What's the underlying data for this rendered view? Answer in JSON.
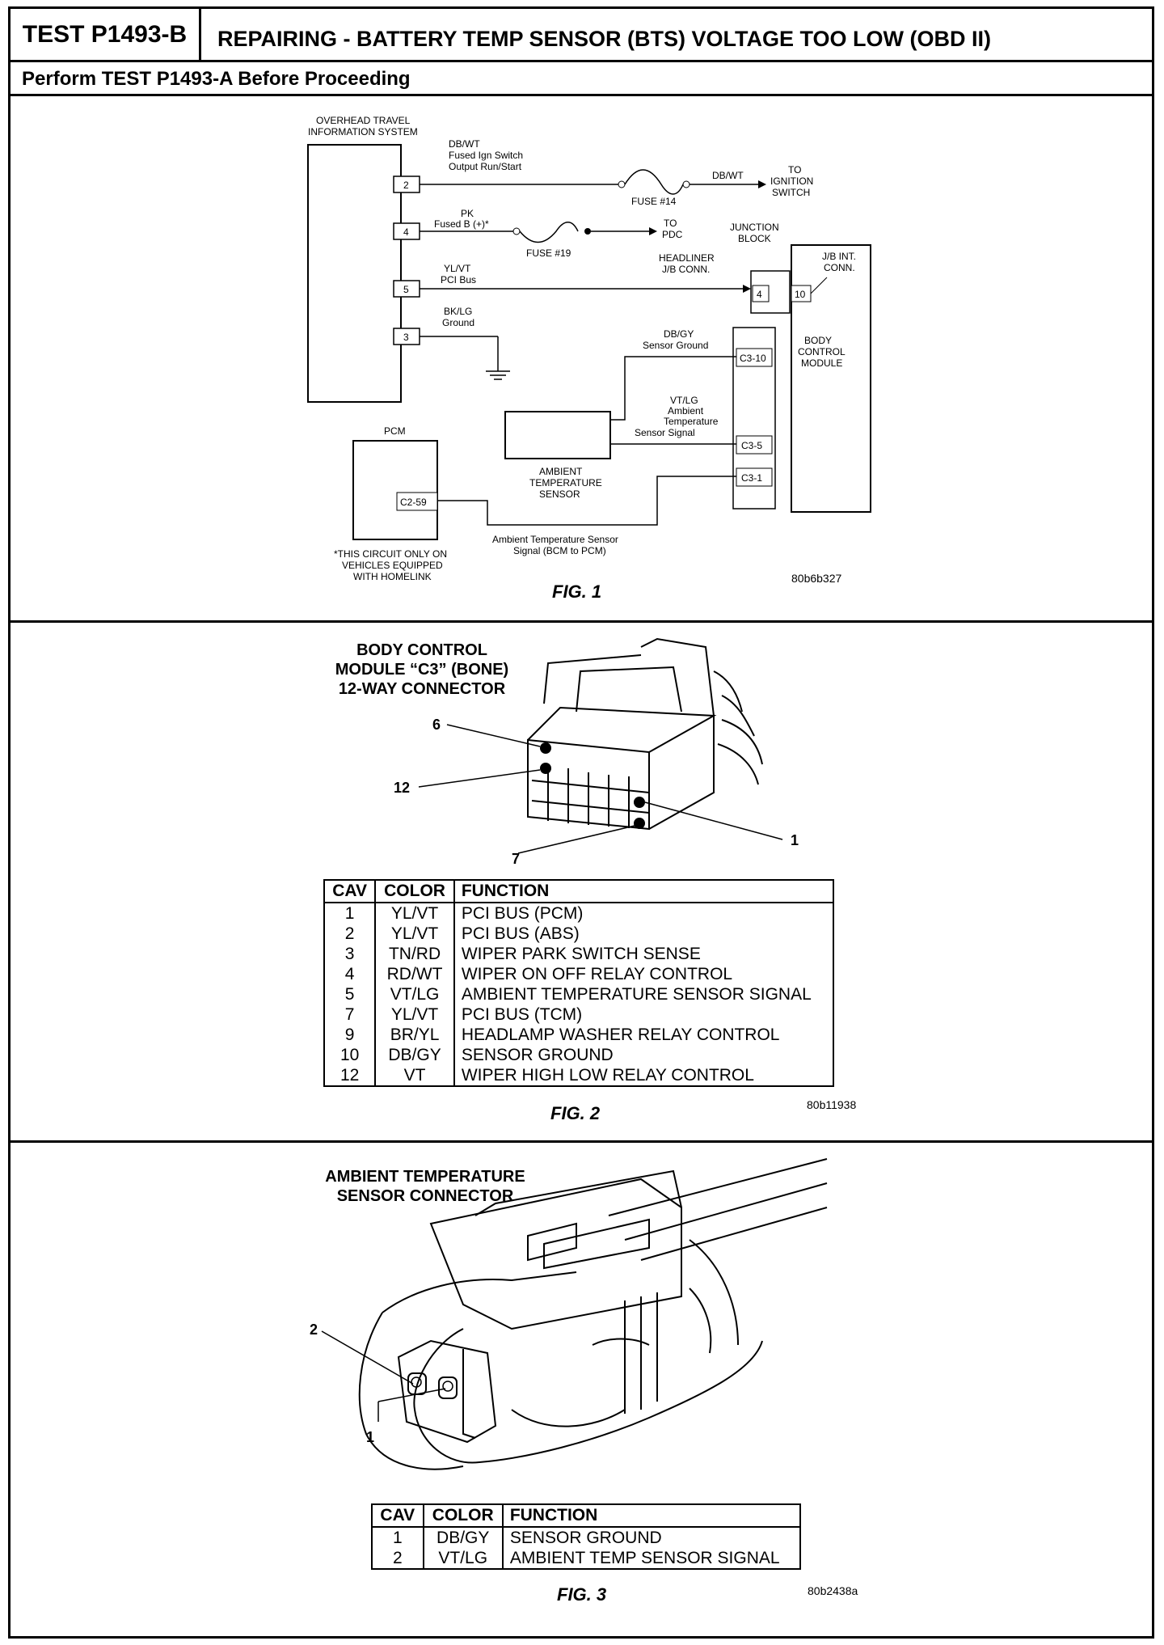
{
  "header": {
    "test_id": "TEST P1493-B",
    "title": "REPAIRING - BATTERY TEMP SENSOR (BTS) VOLTAGE TOO LOW (OBD II)",
    "subtitle": "Perform TEST P1493-A Before Proceeding"
  },
  "fig1": {
    "caption": "FIG. 1",
    "code": "80b6b327",
    "overhead_label": [
      "OVERHEAD TRAVEL",
      "INFORMATION SYSTEM"
    ],
    "pins": [
      "2",
      "4",
      "5",
      "3"
    ],
    "wire1": [
      "DB/WT",
      "Fused Ign Switch",
      "Output Run/Start"
    ],
    "wire1_right": "DB/WT",
    "fuse14": "FUSE #14",
    "to_ignition": [
      "TO",
      "IGNITION",
      "SWITCH"
    ],
    "wire2": [
      "PK",
      "Fused B (+)*"
    ],
    "fuse19": "FUSE #19",
    "to_pdc": [
      "TO",
      "PDC"
    ],
    "junction_block": [
      "JUNCTION",
      "BLOCK"
    ],
    "headliner": [
      "HEADLINER",
      "J/B CONN."
    ],
    "jb_int": [
      "J/B INT.",
      "CONN."
    ],
    "jb_pin4": "4",
    "jb_pin10": "10",
    "wire3": [
      "YL/VT",
      "PCI Bus"
    ],
    "wire4": [
      "BK/LG",
      "Ground"
    ],
    "bcm_label": [
      "BODY",
      "CONTROL",
      "MODULE"
    ],
    "sensor_ground": [
      "DB/GY",
      "Sensor Ground"
    ],
    "c3_10": "C3-10",
    "ambient_signal": [
      "VT/LG",
      "Ambient",
      "Temperature",
      "Sensor Signal"
    ],
    "c3_5": "C3-5",
    "c3_1": "C3-1",
    "ambient_sensor": [
      "AMBIENT",
      "TEMPERATURE",
      "SENSOR"
    ],
    "pcm": "PCM",
    "c2_59": "C2-59",
    "bcm_to_pcm": [
      "Ambient Temperature Sensor",
      "Signal (BCM to PCM)"
    ],
    "footnote": [
      "*THIS CIRCUIT ONLY ON",
      "VEHICLES EQUIPPED",
      "WITH HOMELINK"
    ]
  },
  "fig2": {
    "caption": "FIG. 2",
    "code": "80b11938",
    "title": [
      "BODY CONTROL",
      "MODULE “C3” (BONE)",
      "12-WAY CONNECTOR"
    ],
    "callouts": [
      "6",
      "12",
      "7",
      "1"
    ],
    "columns": [
      "CAV",
      "COLOR",
      "FUNCTION"
    ],
    "rows": [
      [
        "1",
        "YL/VT",
        "PCI BUS (PCM)"
      ],
      [
        "2",
        "YL/VT",
        "PCI BUS (ABS)"
      ],
      [
        "3",
        "TN/RD",
        "WIPER PARK SWITCH SENSE"
      ],
      [
        "4",
        "RD/WT",
        "WIPER ON OFF RELAY CONTROL"
      ],
      [
        "5",
        "VT/LG",
        "AMBIENT TEMPERATURE SENSOR SIGNAL"
      ],
      [
        "7",
        "YL/VT",
        "PCI BUS (TCM)"
      ],
      [
        "9",
        "BR/YL",
        "HEADLAMP WASHER RELAY CONTROL"
      ],
      [
        "10",
        "DB/GY",
        "SENSOR GROUND"
      ],
      [
        "12",
        "VT",
        "WIPER HIGH LOW RELAY CONTROL"
      ]
    ]
  },
  "fig3": {
    "caption": "FIG. 3",
    "code": "80b2438a",
    "title": [
      "AMBIENT TEMPERATURE",
      "SENSOR CONNECTOR"
    ],
    "callouts": [
      "2",
      "1"
    ],
    "columns": [
      "CAV",
      "COLOR",
      "FUNCTION"
    ],
    "rows": [
      [
        "1",
        "DB/GY",
        "SENSOR GROUND"
      ],
      [
        "2",
        "VT/LG",
        "AMBIENT TEMP SENSOR SIGNAL"
      ]
    ]
  }
}
